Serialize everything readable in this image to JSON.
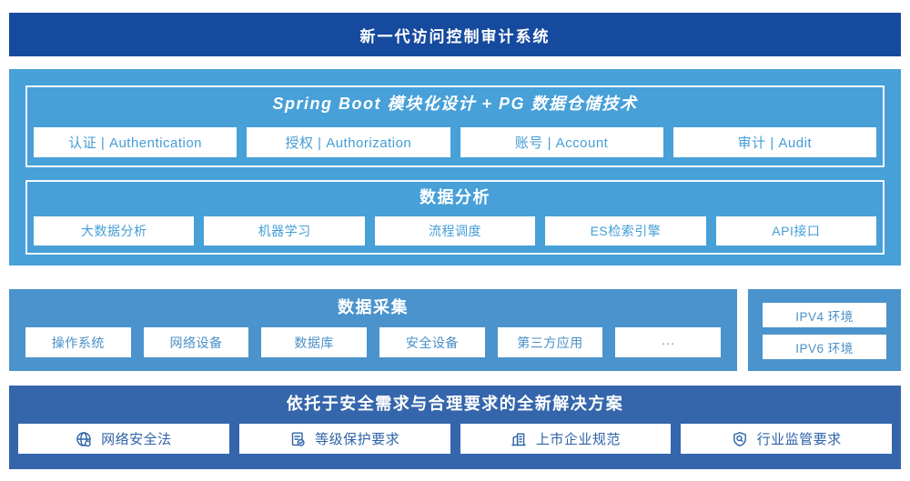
{
  "colors": {
    "header_bg": "#164a9e",
    "platform_bg": "#47a0d8",
    "collection_bg": "#4a93cc",
    "solution_bg": "#3566ac",
    "box_text_light": "#459dd6",
    "box_text_mid": "#4a90c8",
    "box_text_dark": "#2e63a9"
  },
  "header": {
    "title": "新一代访问控制审计系统"
  },
  "platform": {
    "springboot": {
      "title": "Spring Boot 模块化设计 + PG 数据仓储技术",
      "modules": [
        "认证 | Authentication",
        "授权 | Authorization",
        "账号 | Account",
        "审计 | Audit"
      ]
    },
    "analysis": {
      "title": "数据分析",
      "items": [
        "大数据分析",
        "机器学习",
        "流程调度",
        "ES检索引擎",
        "API接口"
      ]
    }
  },
  "collection": {
    "title": "数据采集",
    "items": [
      "操作系统",
      "网络设备",
      "数据库",
      "安全设备",
      "第三方应用",
      "···"
    ]
  },
  "environment": {
    "items": [
      "IPV4 环境",
      "IPV6 环境"
    ]
  },
  "solution": {
    "title": "依托于安全需求与合理要求的全新解决方案",
    "items": [
      {
        "icon": "globe-icon",
        "label": "网络安全法"
      },
      {
        "icon": "document-check-icon",
        "label": "等级保护要求"
      },
      {
        "icon": "building-icon",
        "label": "上市企业规范"
      },
      {
        "icon": "shield-search-icon",
        "label": "行业监管要求"
      }
    ]
  }
}
